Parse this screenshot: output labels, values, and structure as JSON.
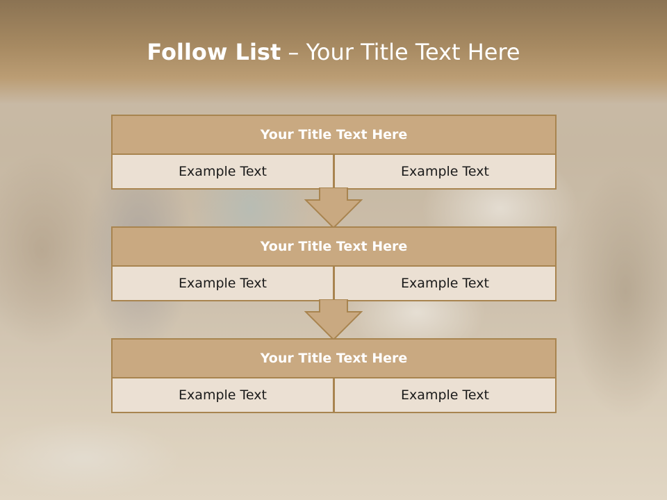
{
  "slide": {
    "title_bold": "Follow List",
    "title_rest": " – Your Title Text Here"
  },
  "steps": [
    {
      "title": "Your Title Text Here",
      "left": "Example Text",
      "right": "Example Text"
    },
    {
      "title": "Your Title Text Here",
      "left": "Example Text",
      "right": "Example Text"
    },
    {
      "title": "Your Title Text Here",
      "left": "Example Text",
      "right": "Example Text"
    }
  ],
  "colors": {
    "header_fill": "#c9a981",
    "border": "#a8844f",
    "cell_fill": "#ebe0d3",
    "title_band": "#a78a62"
  }
}
